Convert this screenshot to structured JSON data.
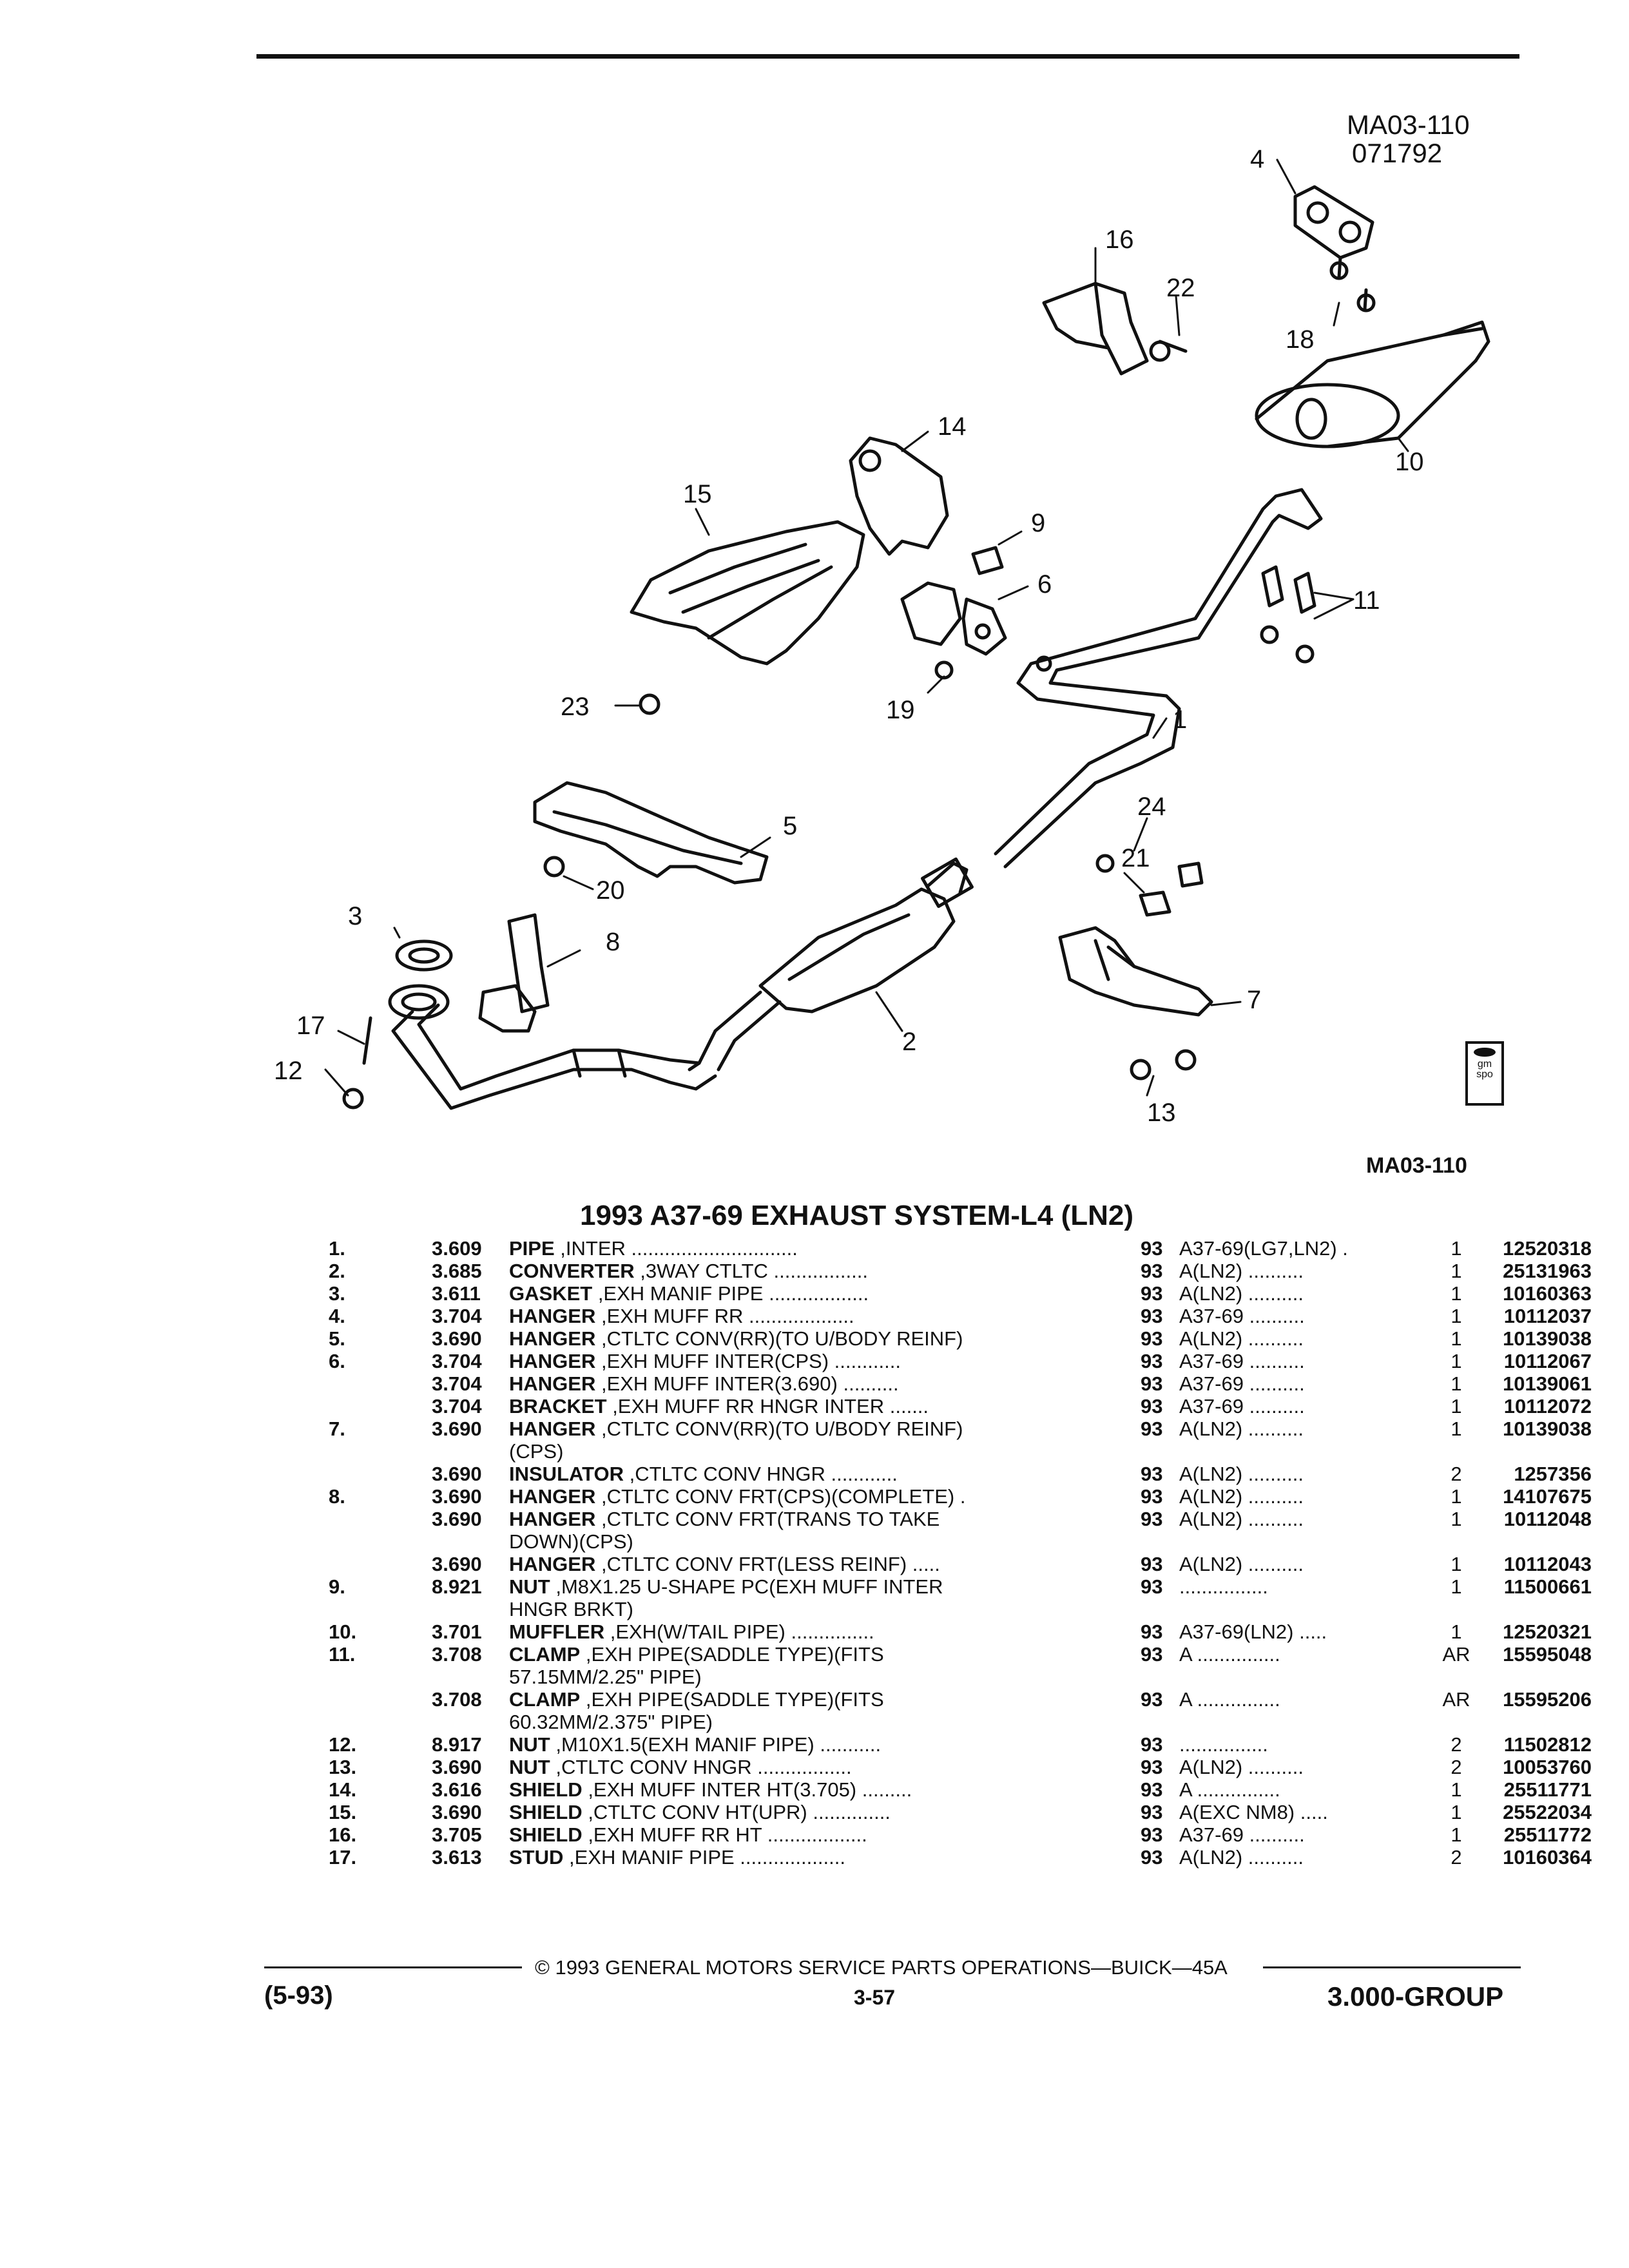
{
  "header": {
    "code": "MA03-110",
    "date": "071792",
    "bottom_code": "MA03-110"
  },
  "diagram": {
    "callouts": {
      "c1": "1",
      "c2": "2",
      "c3": "3",
      "c4": "4",
      "c5": "5",
      "c6": "6",
      "c7": "7",
      "c8": "8",
      "c9": "9",
      "c10": "10",
      "c11": "11",
      "c12": "12",
      "c13": "13",
      "c14": "14",
      "c15": "15",
      "c16": "16",
      "c17": "17",
      "c18": "18",
      "c19": "19",
      "c20": "20",
      "c21": "21",
      "c22": "22",
      "c23": "23",
      "c24": "24"
    },
    "logo_text": "gm spo"
  },
  "title": "1993 A37-69 EXHAUST SYSTEM-L4 (LN2)",
  "parts": [
    {
      "num": "1.",
      "grp": "3.609",
      "name": "PIPE",
      "desc": ",INTER ..............................",
      "yr": "93",
      "mdl": "A37-69(LG7,LN2) .",
      "qty": "1",
      "pn": "12520318"
    },
    {
      "num": "2.",
      "grp": "3.685",
      "name": "CONVERTER",
      "desc": ",3WAY CTLTC .................",
      "yr": "93",
      "mdl": "A(LN2) ..........",
      "qty": "1",
      "pn": "25131963"
    },
    {
      "num": "3.",
      "grp": "3.611",
      "name": "GASKET",
      "desc": ",EXH MANIF PIPE ..................",
      "yr": "93",
      "mdl": "A(LN2) ..........",
      "qty": "1",
      "pn": "10160363"
    },
    {
      "num": "4.",
      "grp": "3.704",
      "name": "HANGER",
      "desc": ",EXH MUFF RR ...................",
      "yr": "93",
      "mdl": "A37-69 ..........",
      "qty": "1",
      "pn": "10112037"
    },
    {
      "num": "5.",
      "grp": "3.690",
      "name": "HANGER",
      "desc": ",CTLTC CONV(RR)(TO U/BODY REINF)",
      "yr": "93",
      "mdl": "A(LN2) ..........",
      "qty": "1",
      "pn": "10139038"
    },
    {
      "num": "6.",
      "grp": "3.704",
      "name": "HANGER",
      "desc": ",EXH MUFF INTER(CPS) ............",
      "yr": "93",
      "mdl": "A37-69 ..........",
      "qty": "1",
      "pn": "10112067"
    },
    {
      "num": "",
      "grp": "3.704",
      "name": "HANGER",
      "desc": ",EXH MUFF INTER(3.690) ..........",
      "yr": "93",
      "mdl": "A37-69 ..........",
      "qty": "1",
      "pn": "10139061"
    },
    {
      "num": "",
      "grp": "3.704",
      "name": "BRACKET",
      "desc": ",EXH MUFF RR HNGR INTER .......",
      "yr": "93",
      "mdl": "A37-69 ..........",
      "qty": "1",
      "pn": "10112072"
    },
    {
      "num": "7.",
      "grp": "3.690",
      "name": "HANGER",
      "desc": ",CTLTC CONV(RR)(TO U/BODY REINF)",
      "desc2": "(CPS)",
      "yr": "93",
      "mdl": "A(LN2) ..........",
      "qty": "1",
      "pn": "10139038"
    },
    {
      "num": "",
      "grp": "3.690",
      "name": "INSULATOR",
      "desc": ",CTLTC CONV HNGR ............",
      "yr": "93",
      "mdl": "A(LN2) ..........",
      "qty": "2",
      "pn": "1257356"
    },
    {
      "num": "8.",
      "grp": "3.690",
      "name": "HANGER",
      "desc": ",CTLTC CONV FRT(CPS)(COMPLETE) .",
      "yr": "93",
      "mdl": "A(LN2) ..........",
      "qty": "1",
      "pn": "14107675"
    },
    {
      "num": "",
      "grp": "3.690",
      "name": "HANGER",
      "desc": ",CTLTC CONV FRT(TRANS TO TAKE",
      "desc2": "DOWN)(CPS)",
      "yr": "93",
      "mdl": "A(LN2) ..........",
      "qty": "1",
      "pn": "10112048"
    },
    {
      "num": "",
      "grp": "3.690",
      "name": "HANGER",
      "desc": ",CTLTC CONV FRT(LESS REINF) .....",
      "yr": "93",
      "mdl": "A(LN2) ..........",
      "qty": "1",
      "pn": "10112043"
    },
    {
      "num": "9.",
      "grp": "8.921",
      "name": "NUT",
      "desc": ",M8X1.25 U-SHAPE PC(EXH MUFF INTER",
      "desc2": "HNGR BRKT)",
      "yr": "93",
      "mdl": "................",
      "qty": "1",
      "pn": "11500661"
    },
    {
      "num": "10.",
      "grp": "3.701",
      "name": "MUFFLER",
      "desc": ",EXH(W/TAIL PIPE) ...............",
      "yr": "93",
      "mdl": "A37-69(LN2) .....",
      "qty": "1",
      "pn": "12520321"
    },
    {
      "num": "11.",
      "grp": "3.708",
      "name": "CLAMP",
      "desc": ",EXH PIPE(SADDLE TYPE)(FITS",
      "desc2": "57.15MM/2.25\" PIPE)",
      "yr": "93",
      "mdl": "A ...............",
      "qty": "AR",
      "pn": "15595048"
    },
    {
      "num": "",
      "grp": "3.708",
      "name": "CLAMP",
      "desc": ",EXH PIPE(SADDLE TYPE)(FITS",
      "desc2": "60.32MM/2.375\" PIPE)",
      "yr": "93",
      "mdl": "A ...............",
      "qty": "AR",
      "pn": "15595206"
    },
    {
      "num": "12.",
      "grp": "8.917",
      "name": "NUT",
      "desc": ",M10X1.5(EXH MANIF PIPE) ...........",
      "yr": "93",
      "mdl": "................",
      "qty": "2",
      "pn": "11502812"
    },
    {
      "num": "13.",
      "grp": "3.690",
      "name": "NUT",
      "desc": ",CTLTC CONV HNGR .................",
      "yr": "93",
      "mdl": "A(LN2) ..........",
      "qty": "2",
      "pn": "10053760"
    },
    {
      "num": "14.",
      "grp": "3.616",
      "name": "SHIELD",
      "desc": ",EXH MUFF INTER HT(3.705) .........",
      "yr": "93",
      "mdl": "A ...............",
      "qty": "1",
      "pn": "25511771"
    },
    {
      "num": "15.",
      "grp": "3.690",
      "name": "SHIELD",
      "desc": ",CTLTC CONV HT(UPR) ..............",
      "yr": "93",
      "mdl": "A(EXC NM8) .....",
      "qty": "1",
      "pn": "25522034"
    },
    {
      "num": "16.",
      "grp": "3.705",
      "name": "SHIELD",
      "desc": ",EXH MUFF RR HT ..................",
      "yr": "93",
      "mdl": "A37-69 ..........",
      "qty": "1",
      "pn": "25511772"
    },
    {
      "num": "17.",
      "grp": "3.613",
      "name": "STUD",
      "desc": ",EXH MANIF PIPE ...................",
      "yr": "93",
      "mdl": "A(LN2) ..........",
      "qty": "2",
      "pn": "10160364"
    }
  ],
  "footer": {
    "copyright": "© 1993 GENERAL MOTORS SERVICE PARTS OPERATIONS—BUICK—45A",
    "date": "(5-93)",
    "page": "3-57",
    "group": "3.000-GROUP"
  }
}
